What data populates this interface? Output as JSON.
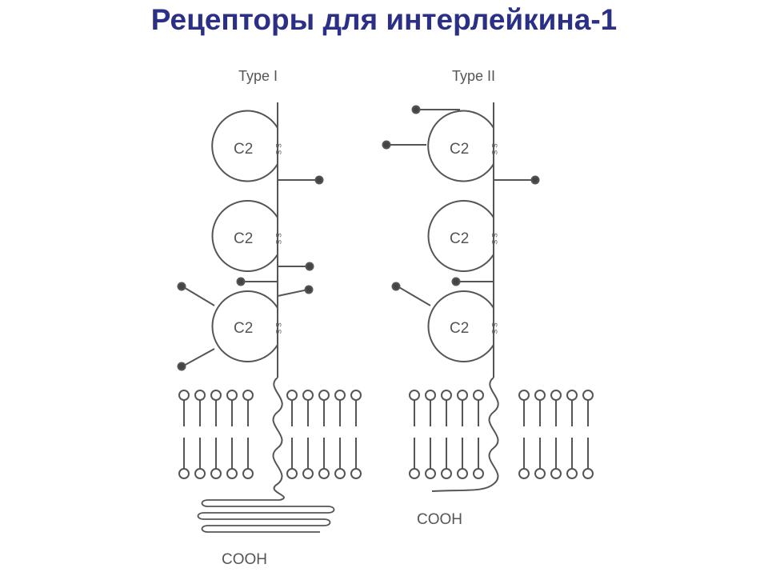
{
  "title": "Рецепторы для интерлейкина-1",
  "receptors": [
    {
      "type_label": "Type I",
      "domains": [
        "C2",
        "C2",
        "C2"
      ],
      "disulfide_label": "S S",
      "terminus_label": "COOH"
    },
    {
      "type_label": "Type II",
      "domains": [
        "C2",
        "C2",
        "C2"
      ],
      "disulfide_label": "S S",
      "terminus_label": "COOH"
    }
  ],
  "colors": {
    "title": "#2b2f86",
    "line": "#555555",
    "glycan_dot": "#444444"
  }
}
